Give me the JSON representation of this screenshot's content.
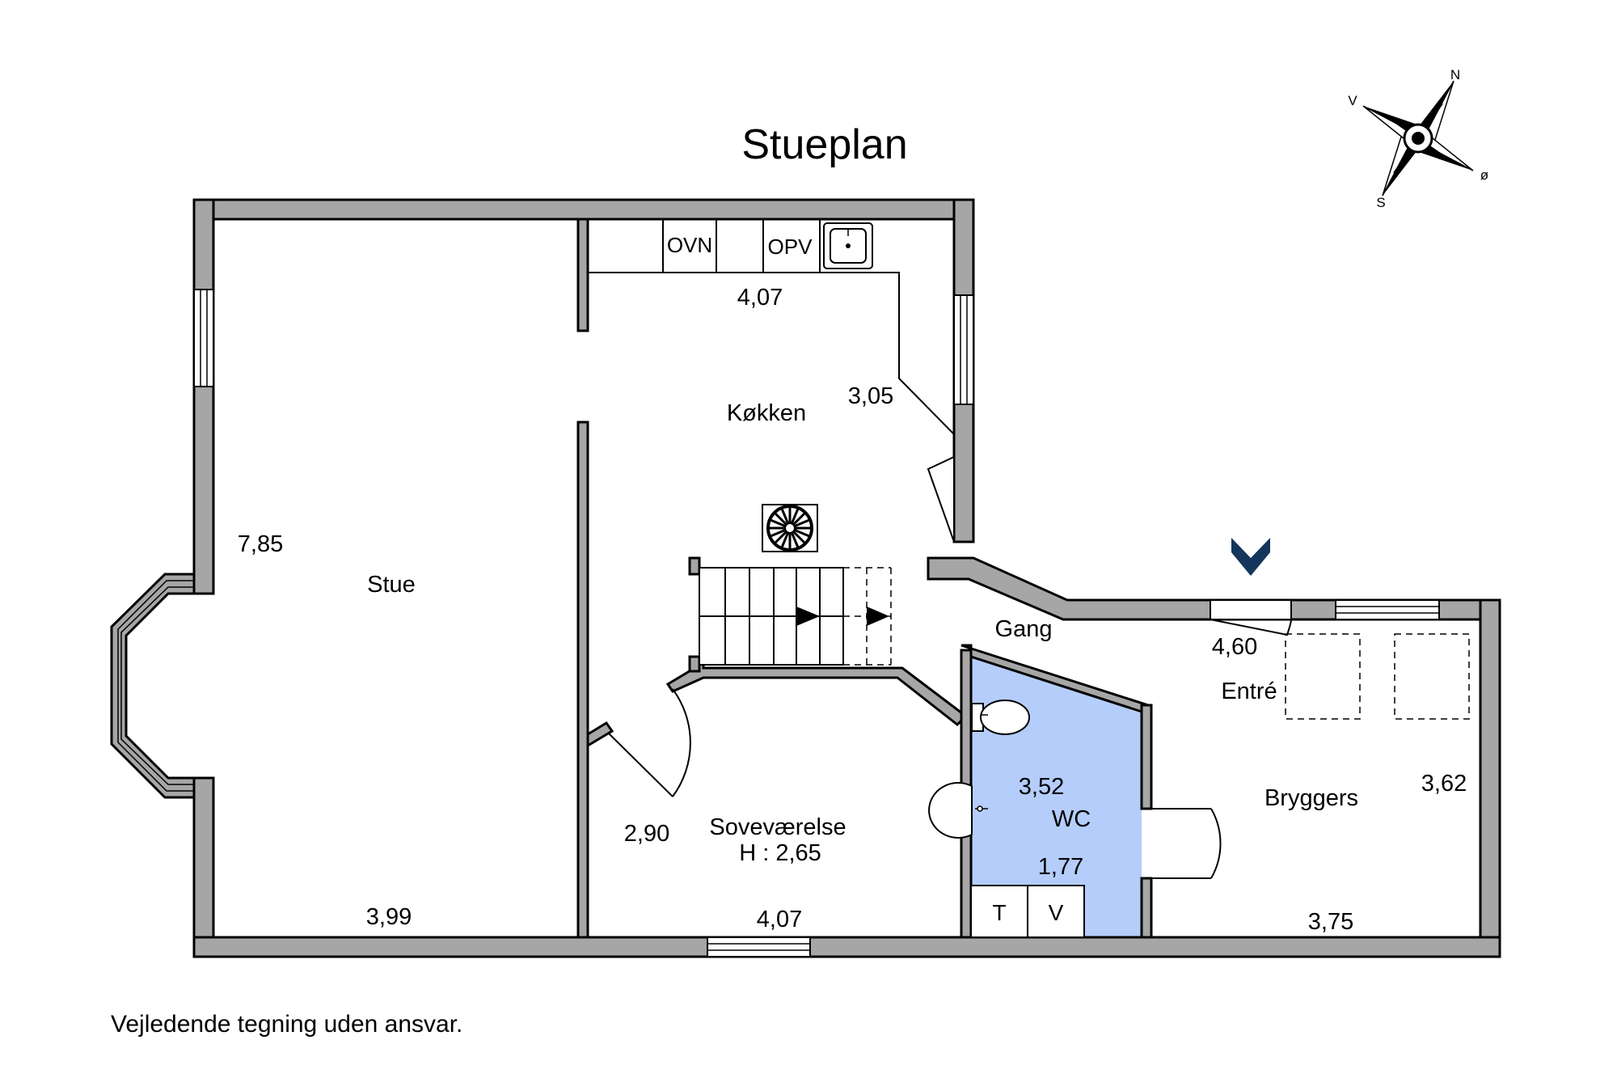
{
  "title": "Stueplan",
  "disclaimer": "Vejledende tegning uden ansvar.",
  "compass": {
    "n": "N",
    "s": "S",
    "e": "ø",
    "w": "V"
  },
  "rooms": {
    "stue": "Stue",
    "kokken": "Køkken",
    "gang": "Gang",
    "entre": "Entré",
    "bryggers": "Bryggers",
    "wc": "WC",
    "sovevaerelse": "Soveværelse",
    "sovevaerelse_height": "H : 2,65"
  },
  "dimensions": {
    "stue_height": "7,85",
    "stue_width": "3,99",
    "kokken_width": "4,07",
    "kokken_height": "3,05",
    "sove_height": "2,90",
    "sove_width": "4,07",
    "entre_width": "4,60",
    "wc_height": "3,52",
    "wc_width": "1,77",
    "bryggers_height": "3,62",
    "bryggers_width": "3,75"
  },
  "fixtures": {
    "oven": "OVN",
    "dishwasher": "OPV",
    "dryer": "T",
    "washer": "V"
  },
  "colors": {
    "wall": "#a6a6a6",
    "wc_fill": "#b4cdfb",
    "entry_marker": "#14365a"
  }
}
